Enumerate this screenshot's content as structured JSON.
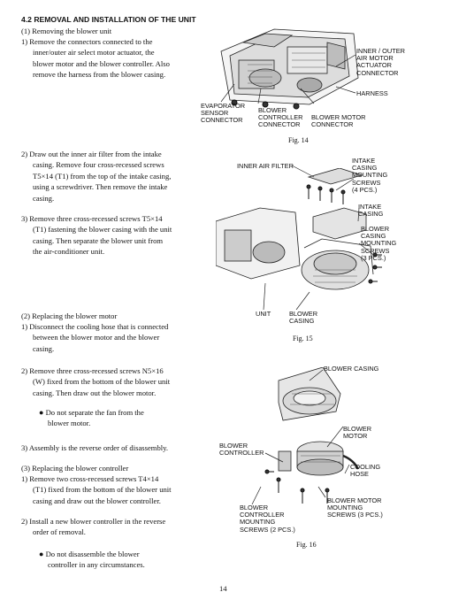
{
  "section_title": "4.2 REMOVAL AND INSTALLATION OF THE UNIT",
  "sub1_title": "(1) Removing the blower unit",
  "step1_1": [
    "1) Remove the connectors connected to the",
    "inner/outer air select motor actuator, the",
    "blower motor and the blower controller. Also",
    "remove the harness from the blower casing."
  ],
  "step1_2": [
    "2) Draw out the inner air filter from the intake",
    "casing. Remove four cross-recessed screws",
    "T5×14 (T1) from the top of the intake casing,",
    "using a screwdriver. Then remove the intake",
    "casing."
  ],
  "step1_3": [
    "3) Remove three cross-recessed screws T5×14",
    "(T1) fastening the blower casing with the unit",
    "casing. Then separate the blower unit from",
    "the air-conditioner unit."
  ],
  "sub2_title": "(2) Replacing the blower motor",
  "step2_1": [
    "1) Disconnect the cooling hose that is connected",
    "between the blower motor and the blower",
    "casing."
  ],
  "step2_2": [
    "2) Remove three cross-recessed screws N5×16",
    "(W) fixed from the bottom of the blower unit",
    "casing. Then draw out the blower motor."
  ],
  "note2": [
    "Do not separate the fan from the",
    "blower motor."
  ],
  "step2_3": "3) Assembly is the reverse order of disassembly.",
  "sub3_title": "(3) Replacing the blower controller",
  "step3_1": [
    "1) Remove two cross-recessed screws T4×14",
    "(T1) fixed from the bottom of the blower unit",
    "casing and draw out the blower controller."
  ],
  "step3_2": [
    "2) Install a new blower controller in the reverse",
    "order of removal."
  ],
  "note3": [
    "Do not disassemble the blower",
    "controller in any circumstances."
  ],
  "fig14": {
    "caption": "Fig. 14",
    "l_inner_outer": [
      "INNER / OUTER",
      "AIR MOTOR",
      "ACTUATOR",
      "CONNECTOR"
    ],
    "l_harness": "HARNESS",
    "l_evap": [
      "EVAPORATOR",
      "SENSOR",
      "CONNECTOR"
    ],
    "l_blower_ctrl": [
      "BLOWER",
      "CONTROLLER",
      "CONNECTOR"
    ],
    "l_blower_motor": [
      "BLOWER MOTOR",
      "CONNECTOR"
    ]
  },
  "fig15": {
    "caption": "Fig. 15",
    "l_filter": "INNER AIR FILTER",
    "l_intake_screws": [
      "INTAKE",
      "CASING",
      "MOUNTING",
      "SCREWS",
      "(4 PCS.)"
    ],
    "l_intake_casing": [
      "INTAKE",
      "CASING"
    ],
    "l_blower_screws": [
      "BLOWER",
      "CASING",
      "MOUNTING",
      "SCREWS",
      "(3 PCS.)"
    ],
    "l_unit": "UNIT",
    "l_blower_casing": [
      "BLOWER",
      "CASING"
    ]
  },
  "fig16": {
    "caption": "Fig. 16",
    "l_blower_casing": "BLOWER CASING",
    "l_blower_motor": [
      "BLOWER",
      "MOTOR"
    ],
    "l_controller": [
      "BLOWER",
      "CONTROLLER"
    ],
    "l_hose": [
      "COOLING",
      "HOSE"
    ],
    "l_ctrl_screws": [
      "BLOWER",
      "CONTROLLER",
      "MOUNTING",
      "SCREWS (2 PCS.)"
    ],
    "l_motor_screws": [
      "BLOWER MOTOR",
      "MOUNTING",
      "SCREWS (3 PCS.)"
    ]
  },
  "page_number": "14"
}
